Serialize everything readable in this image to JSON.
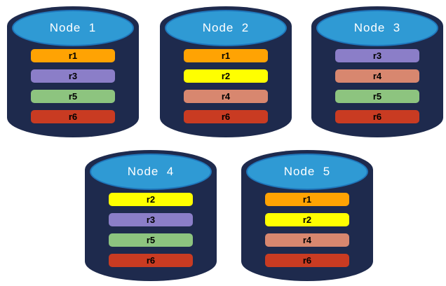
{
  "diagram": {
    "type": "database-replication-topology",
    "colors": {
      "cylinder_body": "#1E2A4D",
      "cylinder_top_fill": "#2F9AD4",
      "cylinder_top_stroke": "#1F76BB",
      "node_title_text": "#FFFFFF",
      "replica_label_text": "#000000",
      "replicas": {
        "r1": "#FFA303",
        "r2": "#FFFF00",
        "r3": "#8B7EC8",
        "r4": "#D8876F",
        "r5": "#8DC47F",
        "r6": "#C93B22"
      }
    },
    "nodes": [
      {
        "title": "Node  1",
        "replicas": [
          "r1",
          "r3",
          "r5",
          "r6"
        ]
      },
      {
        "title": "Node  2",
        "replicas": [
          "r1",
          "r2",
          "r4",
          "r6"
        ]
      },
      {
        "title": "Node  3",
        "replicas": [
          "r3",
          "r4",
          "r5",
          "r6"
        ]
      },
      {
        "title": "Node  4",
        "replicas": [
          "r2",
          "r3",
          "r5",
          "r6"
        ]
      },
      {
        "title": "Node  5",
        "replicas": [
          "r1",
          "r2",
          "r4",
          "r6"
        ]
      }
    ]
  }
}
